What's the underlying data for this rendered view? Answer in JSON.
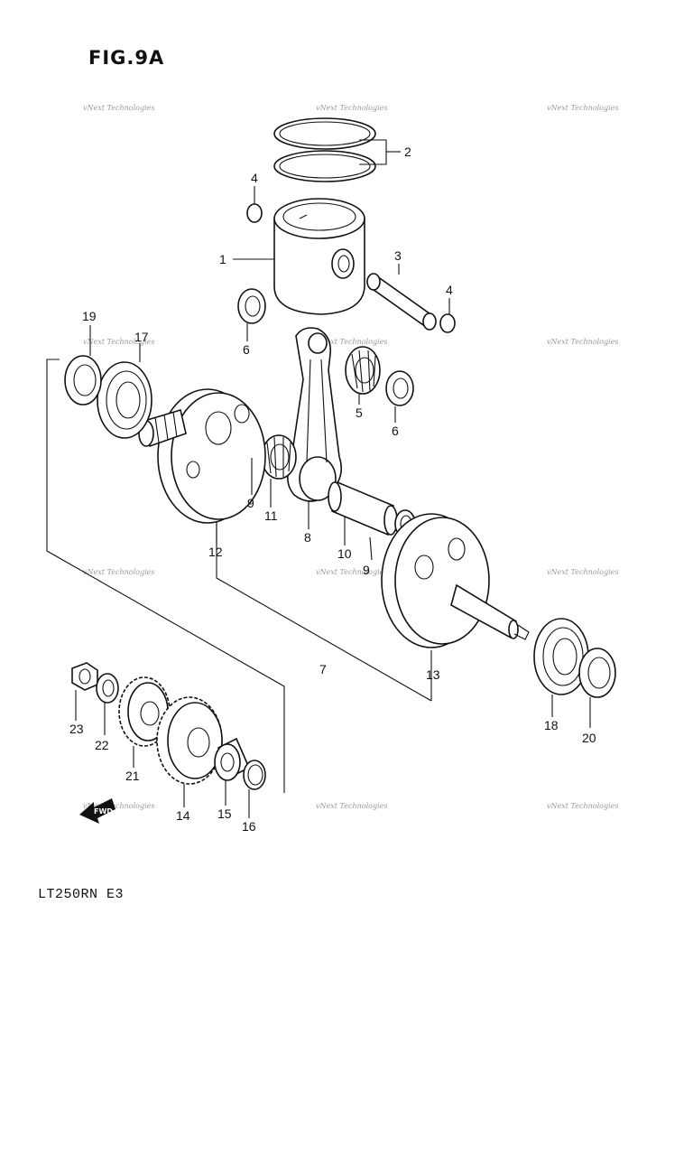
{
  "figure": {
    "title": "FIG.9A",
    "model_code": "LT250RN E3"
  },
  "watermark": "vNext Technologies",
  "fwd_label": "FWD",
  "callouts": [
    "1",
    "2",
    "3",
    "4",
    "4",
    "5",
    "6",
    "6",
    "7",
    "8",
    "9",
    "9",
    "10",
    "11",
    "12",
    "13",
    "14",
    "15",
    "16",
    "17",
    "18",
    "19",
    "20",
    "21",
    "22",
    "23"
  ]
}
